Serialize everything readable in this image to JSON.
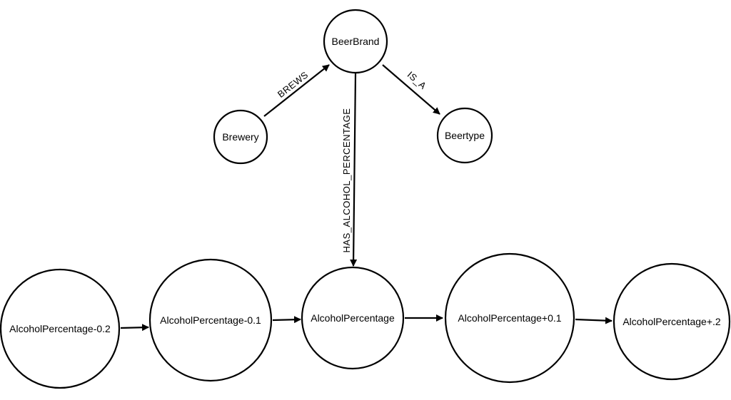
{
  "nodes": [
    {
      "id": "beerbrand",
      "label": "BeerBrand"
    },
    {
      "id": "brewery",
      "label": "Brewery"
    },
    {
      "id": "beertype",
      "label": "Beertype"
    },
    {
      "id": "alc_m02",
      "label": "AlcoholPercentage-0.2"
    },
    {
      "id": "alc_m01",
      "label": "AlcoholPercentage-0.1"
    },
    {
      "id": "alc",
      "label": "AlcoholPercentage"
    },
    {
      "id": "alc_p01",
      "label": "AlcoholPercentage+0.1"
    },
    {
      "id": "alc_p2",
      "label": "AlcoholPercentage+.2"
    }
  ],
  "edges": [
    {
      "from": "brewery",
      "to": "beerbrand",
      "label": "BREWS"
    },
    {
      "from": "beerbrand",
      "to": "beertype",
      "label": "IS_A"
    },
    {
      "from": "beerbrand",
      "to": "alc",
      "label": "HAS_ALCOHOL_PERCENTAGE"
    },
    {
      "from": "alc_m02",
      "to": "alc_m01",
      "label": ""
    },
    {
      "from": "alc_m01",
      "to": "alc",
      "label": ""
    },
    {
      "from": "alc",
      "to": "alc_p01",
      "label": ""
    },
    {
      "from": "alc_p01",
      "to": "alc_p2",
      "label": ""
    }
  ]
}
